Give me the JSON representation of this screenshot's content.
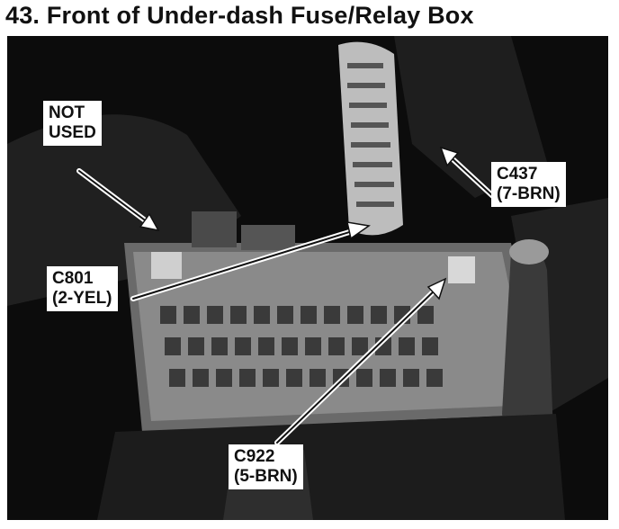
{
  "title": "43. Front of Under-dash Fuse/Relay Box",
  "callouts": {
    "not_used": {
      "line1": "NOT",
      "line2": "USED"
    },
    "c437": {
      "line1": "C437",
      "line2": "(7-BRN)"
    },
    "c801": {
      "line1": "C801",
      "line2": "(2-YEL)"
    },
    "c922": {
      "line1": "C922",
      "line2": "(5-BRN)"
    }
  }
}
